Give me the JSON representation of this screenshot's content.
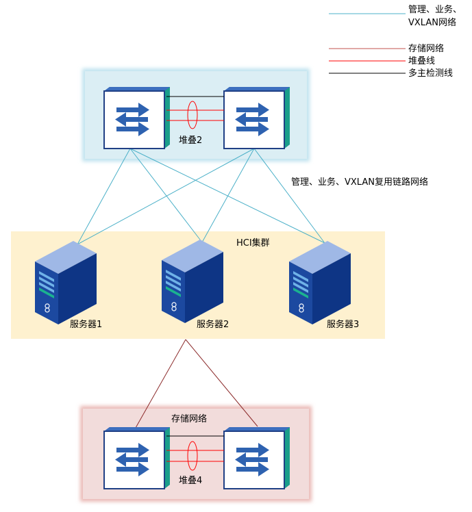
{
  "legend": {
    "items": [
      {
        "label_line1": "管理、业务、",
        "label_line2": "VXLAN网络",
        "color": "#4bb0c8"
      },
      {
        "label_line1": "存储网络",
        "label_line2": "",
        "color": "#c0504d"
      },
      {
        "label_line1": "堆叠线",
        "label_line2": "",
        "color": "#ff0000"
      },
      {
        "label_line1": "多主检测线",
        "label_line2": "",
        "color": "#000000"
      }
    ]
  },
  "top_stack": {
    "label": "堆叠2",
    "bg_color": "#dbeef4"
  },
  "uplink_label": "管理、业务、VXLAN复用链路网络",
  "cluster": {
    "label": "HCI集群",
    "bg_color": "#fef1cf"
  },
  "servers": [
    {
      "label": "服务器1"
    },
    {
      "label": "服务器2"
    },
    {
      "label": "服务器3"
    }
  ],
  "storage": {
    "label": "存储网络",
    "stack_label": "堆叠4",
    "bg_color": "#f2dcdb"
  },
  "colors": {
    "mgmt_line": "#4bb0c8",
    "storage_line": "#8b2a2a",
    "stack_line": "#ff0000",
    "switch_blue": "#1f4e9a",
    "server_blue": "#1c49a0"
  }
}
